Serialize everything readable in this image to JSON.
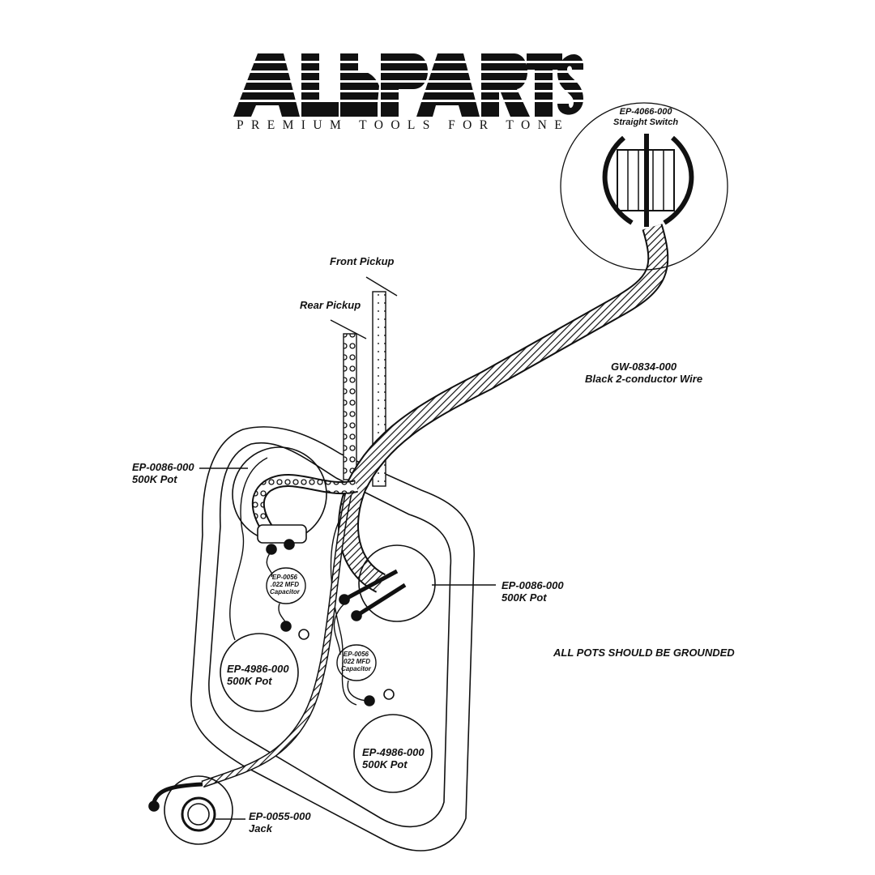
{
  "brand": {
    "name": "ALLPARTS",
    "tagline": "PREMIUM TOOLS FOR TONE"
  },
  "components": {
    "switch": {
      "part": "EP-4066-000",
      "name": "Straight Switch"
    },
    "wire": {
      "part": "GW-0834-000",
      "name": "Black 2-conductor Wire"
    },
    "front_pickup": {
      "name": "Front Pickup"
    },
    "rear_pickup": {
      "name": "Rear Pickup"
    },
    "pot_top_left": {
      "part": "EP-0086-000",
      "name": "500K Pot"
    },
    "pot_top_right": {
      "part": "EP-0086-000",
      "name": "500K Pot"
    },
    "pot_bottom_left": {
      "part": "EP-4986-000",
      "name": "500K Pot"
    },
    "pot_bottom_right": {
      "part": "EP-4986-000",
      "name": "500K Pot"
    },
    "cap_left": {
      "part": "EP-0056",
      "value": ".022 MFD",
      "name": "Capacitor"
    },
    "cap_right": {
      "part": "EP-0056",
      "value": ".022 MFD",
      "name": "Capacitor"
    },
    "jack": {
      "part": "EP-0055-000",
      "name": "Jack"
    }
  },
  "notes": {
    "grounding": "ALL POTS SHOULD BE GROUNDED"
  },
  "colors": {
    "ink": "#111111",
    "background": "#ffffff"
  }
}
